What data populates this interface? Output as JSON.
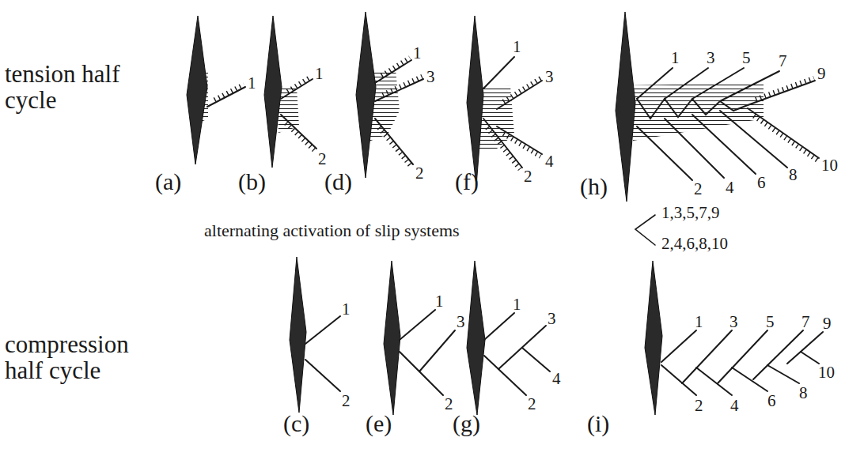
{
  "diagram": {
    "labels": [
      "tension half cycle",
      "(a)",
      "(b)",
      "(d)",
      "(f)",
      "(h)",
      "alternating activation of slip systems",
      "1,3,5,7,9",
      "2,4,6,8,10",
      "compression half cycle",
      "(c)",
      "(e)",
      "(g)",
      "(i)",
      "1",
      "1",
      "2",
      "1",
      "3",
      "2",
      "1",
      "3",
      "4",
      "2",
      "1",
      "3",
      "5",
      "7",
      "9",
      "10",
      "8",
      "6",
      "4",
      "2",
      "1",
      "2",
      "1",
      "3",
      "2",
      "1",
      "3",
      "4",
      "2",
      "1",
      "3",
      "5",
      "7",
      "9",
      "2",
      "4",
      "6",
      "8",
      "10"
    ]
  }
}
